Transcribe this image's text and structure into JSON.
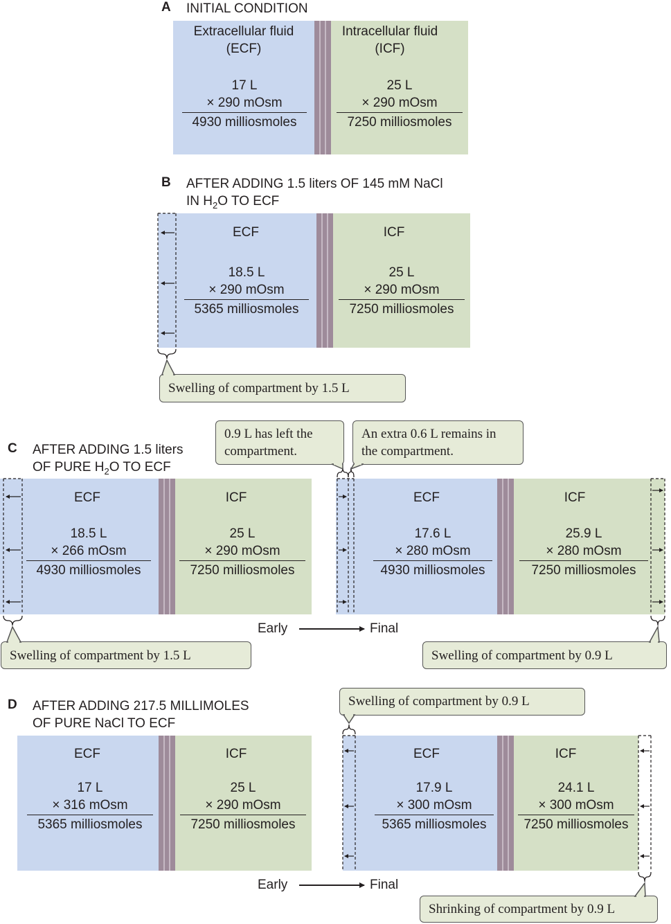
{
  "panelA": {
    "letter": "A",
    "heading": "INITIAL CONDITION",
    "ecf_name": "Extracellular fluid",
    "ecf_abbr": "(ECF)",
    "ecf_vol": "17 L",
    "ecf_osm": "×  290 mOsm",
    "ecf_total": "4930 milliosmoles",
    "icf_name": "Intracellular fluid",
    "icf_abbr": "(ICF)",
    "icf_vol": "25 L",
    "icf_osm": "× 290 mOsm",
    "icf_total": "7250 milliosmoles"
  },
  "panelB": {
    "letter": "B",
    "heading_line1": "AFTER ADDING 1.5 liters OF 145 mM NaCl",
    "heading_line2_pre": "IN H",
    "heading_line2_sub": "2",
    "heading_line2_post": "O TO ECF",
    "ecf_label": "ECF",
    "ecf_vol": "18.5 L",
    "ecf_osm": "×  290 mOsm",
    "ecf_total": "5365 milliosmoles",
    "icf_label": "ICF",
    "icf_vol": "25 L",
    "icf_osm": "× 290 mOsm",
    "icf_total": "7250 milliosmoles",
    "callout": "Swelling of compartment by 1.5 L"
  },
  "panelC": {
    "letter": "C",
    "heading_line1": "AFTER ADDING 1.5 liters",
    "heading_line2_pre": "OF PURE H",
    "heading_line2_sub": "2",
    "heading_line2_post": "O TO ECF",
    "early": {
      "ecf_label": "ECF",
      "ecf_vol": "18.5 L",
      "ecf_osm": "×  266 mOsm",
      "ecf_total": "4930 milliosmoles",
      "icf_label": "ICF",
      "icf_vol": "25 L",
      "icf_osm": "× 290 mOsm",
      "icf_total": "7250 milliosmoles",
      "callout": "Swelling of compartment by 1.5 L"
    },
    "final": {
      "ecf_label": "ECF",
      "ecf_vol": "17.6 L",
      "ecf_osm": "× 280 mOsm",
      "ecf_total": "4930 milliosmoles",
      "icf_label": "ICF",
      "icf_vol": "25.9 L",
      "icf_osm": "× 280 mOsm",
      "icf_total": "7250 milliosmoles",
      "callout": "Swelling of compartment by 0.9 L"
    },
    "callout_left_line1": "0.9 L has left the",
    "callout_left_line2": "compartment.",
    "callout_right_line1": "An extra 0.6 L remains in",
    "callout_right_line2": "the compartment.",
    "early_label": "Early",
    "final_label": "Final"
  },
  "panelD": {
    "letter": "D",
    "heading_line1": "AFTER ADDING 217.5 MILLIMOLES",
    "heading_line2": "OF PURE NaCl TO ECF",
    "early": {
      "ecf_label": "ECF",
      "ecf_vol": "17 L",
      "ecf_osm": "× 316 mOsm",
      "ecf_total": "5365 milliosmoles",
      "icf_label": "ICF",
      "icf_vol": "25 L",
      "icf_osm": "× 290 mOsm",
      "icf_total": "7250 milliosmoles"
    },
    "final": {
      "ecf_label": "ECF",
      "ecf_vol": "17.9 L",
      "ecf_osm": "× 300 mOsm",
      "ecf_total": "5365 milliosmoles",
      "icf_label": "ICF",
      "icf_vol": "24.1 L",
      "icf_osm": "× 300 mOsm",
      "icf_total": "7250 milliosmoles",
      "callout_top": "Swelling of compartment by 0.9 L",
      "callout_bottom": "Shrinking of compartment by 0.9 L"
    },
    "early_label": "Early",
    "final_label": "Final"
  },
  "colors": {
    "ecf": "#c9d7ef",
    "icf": "#d5e0c6",
    "membrane": "#9e8b9a",
    "callout": "#e6ebd8"
  }
}
